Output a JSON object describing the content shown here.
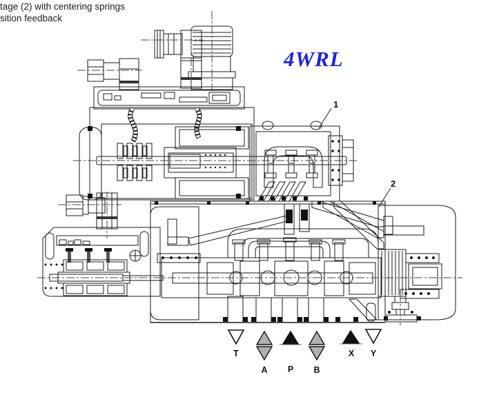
{
  "header": {
    "line1": "tage (2) with centering springs",
    "line2": "sition feedback"
  },
  "title": {
    "text": "4WRL",
    "color": "#2222dd"
  },
  "callouts": {
    "pilot_stage": "1",
    "main_stage": "2"
  },
  "ports": {
    "T": {
      "label": "T",
      "symbol": "triangle-down-outline"
    },
    "A": {
      "label": "A",
      "symbol": "triangle-pair-gray"
    },
    "P": {
      "label": "P",
      "symbol": "triangle-up-black"
    },
    "B": {
      "label": "B",
      "symbol": "triangle-pair-gray"
    },
    "X": {
      "label": "X",
      "symbol": "triangle-up-black"
    },
    "Y": {
      "label": "Y",
      "symbol": "triangle-down-outline"
    }
  },
  "colors": {
    "body_light": "#c6c6c6",
    "body_medium": "#a8a8a8",
    "body_dark": "#8f8f8f",
    "inner_light": "#dfdfdf",
    "outline": "#1a1a1a",
    "port_gray": "#b0b0b0",
    "port_black": "#111111"
  }
}
